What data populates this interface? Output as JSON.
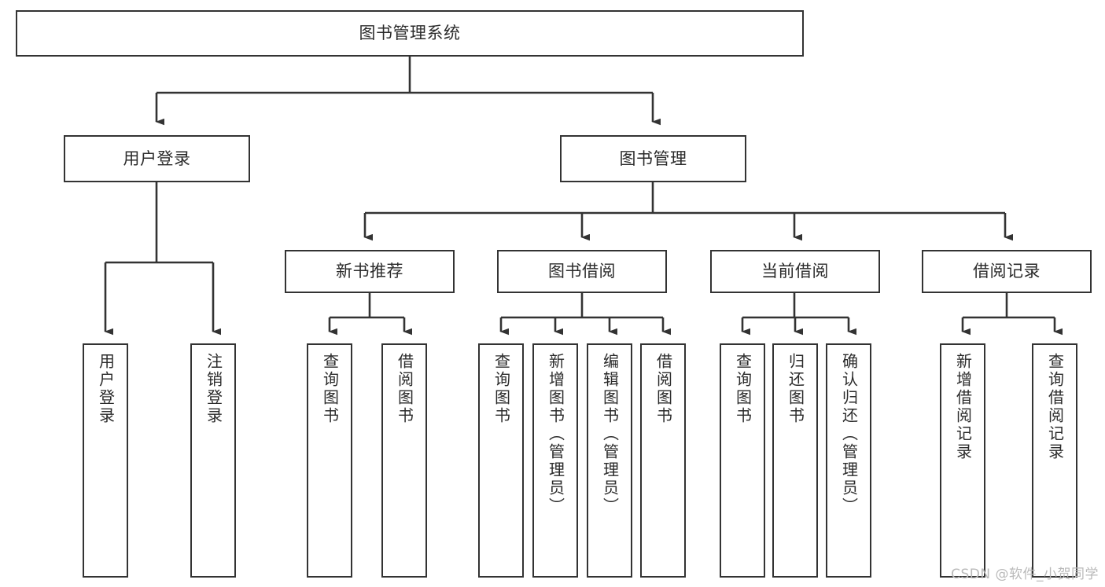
{
  "diagram": {
    "title": "图书管理系统",
    "type": "tree-hierarchy-diagram",
    "colors": {
      "node_border": "#333333",
      "node_fill": "#ffffff",
      "edge": "#333333",
      "text": "#2b2b2b",
      "watermark": "#b9b9b9",
      "background": "#ffffff"
    },
    "root": {
      "label": "图书管理系统"
    },
    "level2": [
      {
        "label": "用户登录"
      },
      {
        "label": "图书管理"
      }
    ],
    "level3": [
      {
        "label": "新书推荐"
      },
      {
        "label": "图书借阅"
      },
      {
        "label": "当前借阅"
      },
      {
        "label": "借阅记录"
      }
    ],
    "leaves": {
      "user_login": [
        {
          "label": "用户登录"
        },
        {
          "label": "注销登录"
        }
      ],
      "new_book_recommend": [
        {
          "label": "查询图书"
        },
        {
          "label": "借阅图书"
        }
      ],
      "book_borrow": [
        {
          "label": "查询图书"
        },
        {
          "label": "新增图书（管理员）"
        },
        {
          "label": "编辑图书（管理员）"
        },
        {
          "label": "借阅图书"
        }
      ],
      "current_borrow": [
        {
          "label": "查询图书"
        },
        {
          "label": "归还图书"
        },
        {
          "label": "确认归还（管理员）"
        }
      ],
      "borrow_records": [
        {
          "label": "新增借阅记录"
        },
        {
          "label": "查询借阅记录"
        }
      ]
    },
    "watermark": "CSDN @软件_小贺同学"
  }
}
